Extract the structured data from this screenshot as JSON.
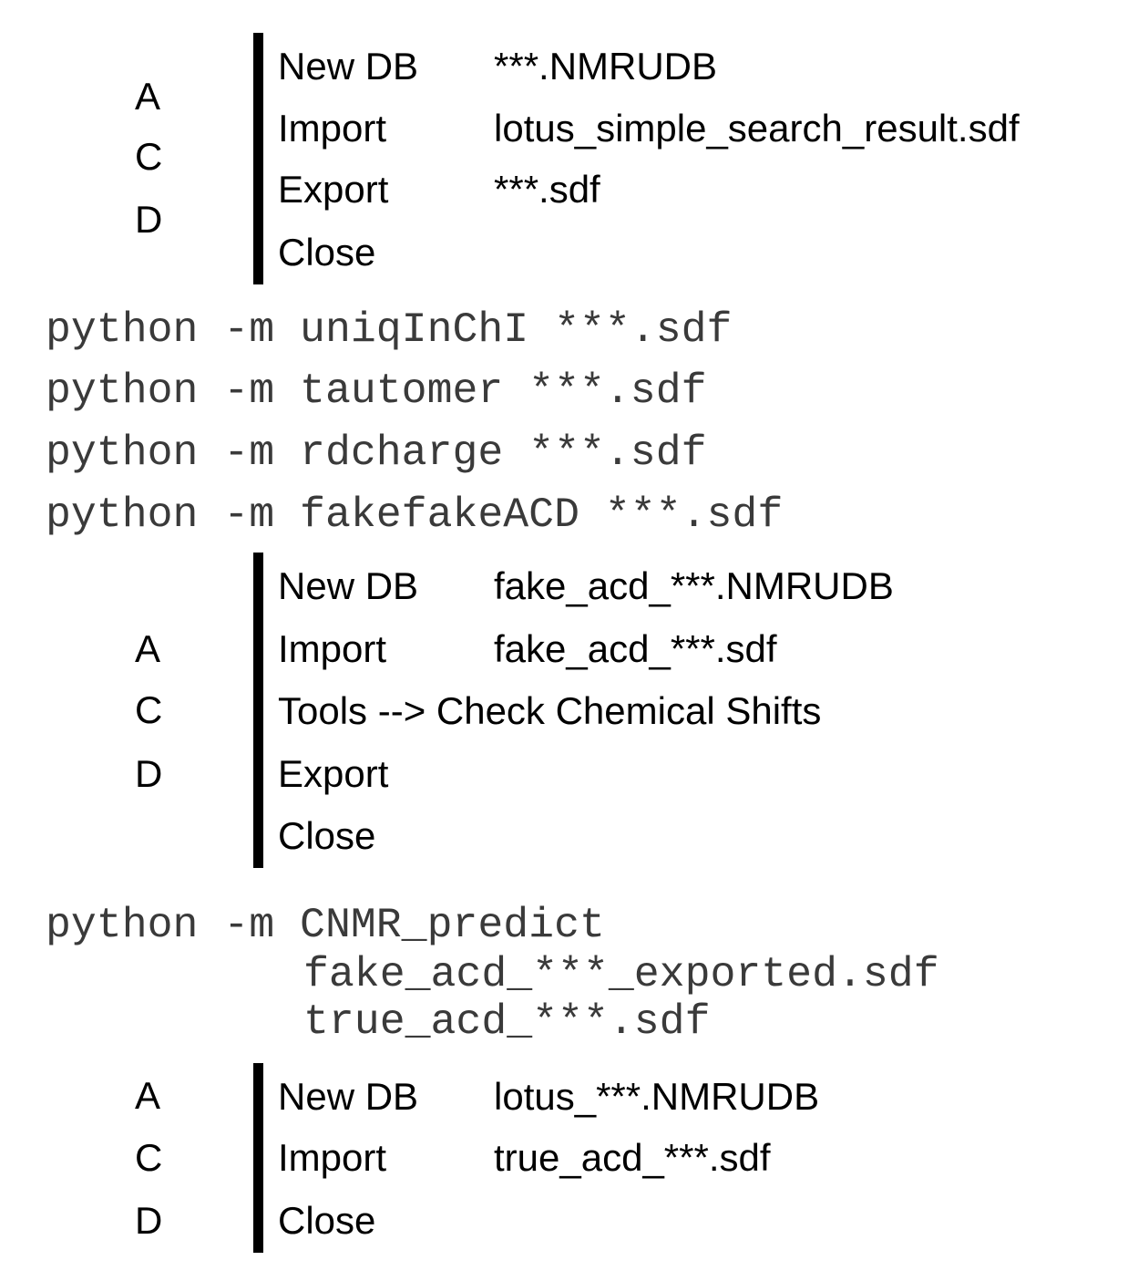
{
  "block1": {
    "labels": [
      "A",
      "C",
      "D"
    ],
    "rows": [
      {
        "cmd": "New DB",
        "arg": "***.NMRUDB"
      },
      {
        "cmd": "Import",
        "arg": "lotus_simple_search_result.sdf"
      },
      {
        "cmd": "Export",
        "arg": "***.sdf"
      },
      {
        "cmd": "Close",
        "arg": ""
      }
    ]
  },
  "python_lines": [
    "python -m uniqInChI ***.sdf",
    "python -m tautomer ***.sdf",
    "python -m rdcharge ***.sdf",
    "python -m fakefakeACD ***.sdf"
  ],
  "block2": {
    "labels": [
      "A",
      "C",
      "D"
    ],
    "rows": [
      {
        "cmd": "New DB",
        "arg": "fake_acd_***.NMRUDB"
      },
      {
        "cmd": "Import",
        "arg": "fake_acd_***.sdf"
      },
      {
        "cmd": "Tools --> Check Chemical Shifts",
        "arg": ""
      },
      {
        "cmd": "Export",
        "arg": ""
      },
      {
        "cmd": "Close",
        "arg": ""
      }
    ]
  },
  "cnmr": {
    "line1": "python -m CNMR_predict",
    "line2": "fake_acd_***_exported.sdf",
    "line3": "true_acd_***.sdf"
  },
  "block3": {
    "labels": [
      "A",
      "C",
      "D"
    ],
    "rows": [
      {
        "cmd": "New DB",
        "arg": "lotus_***.NMRUDB"
      },
      {
        "cmd": "Import",
        "arg": "true_acd_***.sdf"
      },
      {
        "cmd": "Close",
        "arg": ""
      }
    ]
  }
}
